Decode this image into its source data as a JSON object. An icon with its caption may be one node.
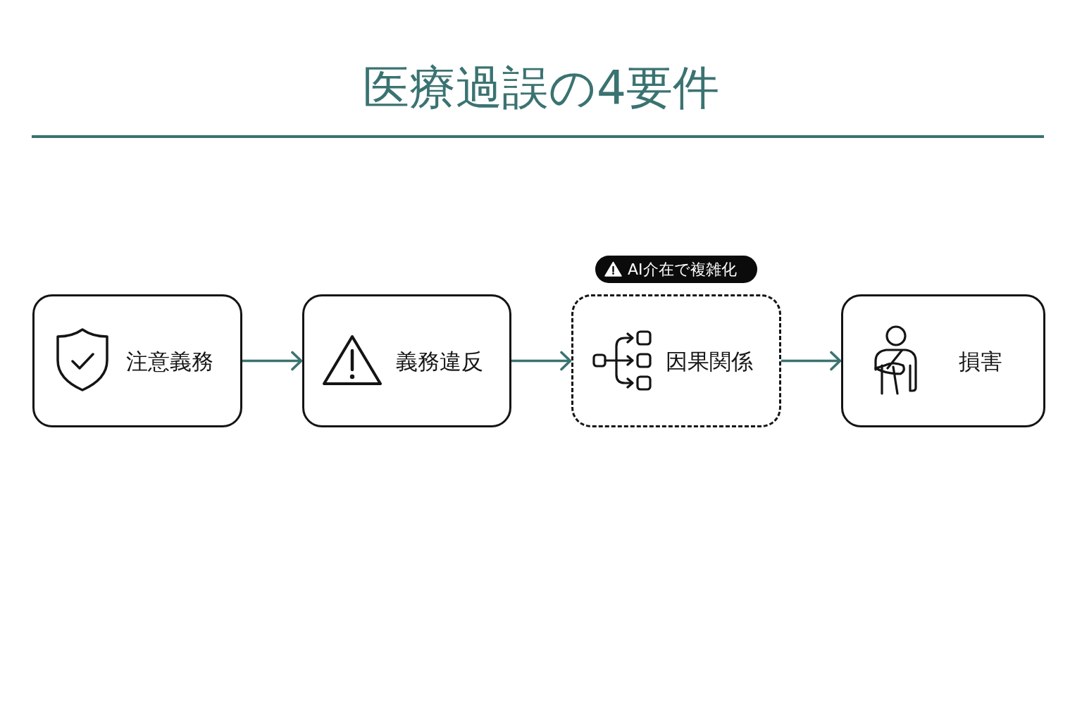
{
  "diagram": {
    "title": "医療過誤の4要件",
    "nodes": [
      {
        "text": [
          "注意義務"
        ]
      },
      {
        "text": [
          "義務違反"
        ]
      },
      {
        "text": [
          "因果関係"
        ]
      },
      {
        "text": [
          "損害"
        ]
      },
      {
        "text": [
          "AI介在で複雑化"
        ]
      }
    ],
    "edges": [
      {
        "from": 0,
        "to": 1,
        "arrow": "to"
      },
      {
        "from": 1,
        "to": 2,
        "arrow": "to"
      },
      {
        "from": 2,
        "to": 3,
        "arrow": "to"
      }
    ]
  }
}
